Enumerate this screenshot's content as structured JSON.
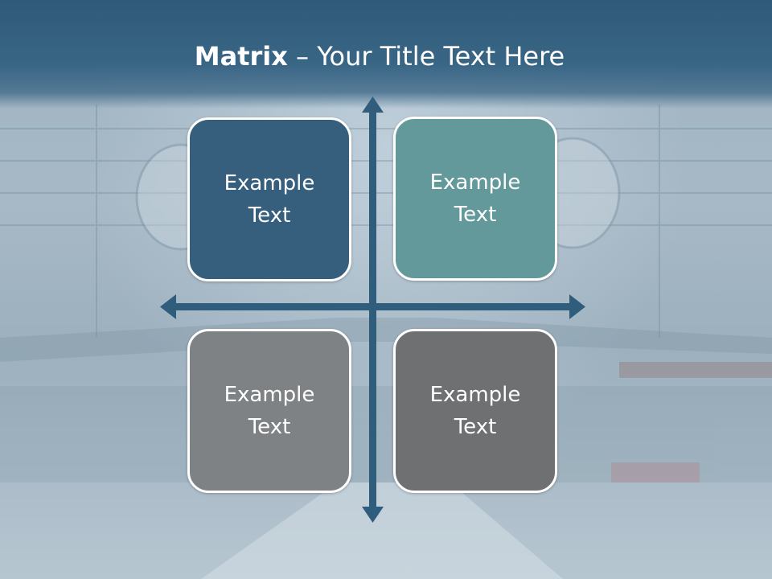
{
  "slide": {
    "title_bold": "Matrix",
    "title_rest": " – Your Title Text Here",
    "cells": {
      "top_left": "Example Text",
      "top_right": "Example Text",
      "bottom_left": "Example Text",
      "bottom_right": "Example Text"
    }
  },
  "colors": {
    "header": "#2f5a79",
    "arrow": "#315d7c",
    "top_left": "#365f7e",
    "top_right": "#63999a",
    "bottom_left": "#7f8285",
    "bottom_right": "#6e7072"
  }
}
